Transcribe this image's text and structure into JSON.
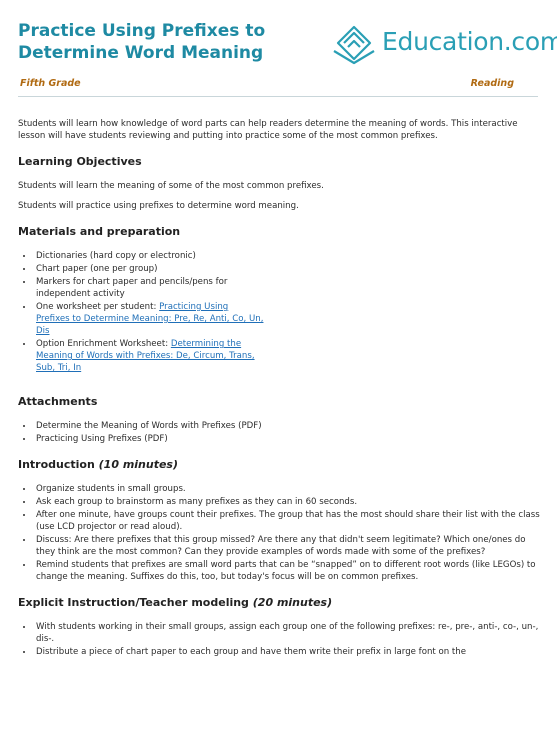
{
  "header": {
    "title": "Practice Using Prefixes to Determine Word Meaning",
    "logo_text": "Education.com",
    "grade": "Fifth Grade",
    "subject": "Reading"
  },
  "intro": "Students will learn how knowledge of word parts can help readers determine the meaning of words. This interactive lesson will have students reviewing and putting into practice some of the most common prefixes.",
  "objectives": {
    "heading": "Learning Objectives",
    "items": [
      "Students will learn the meaning of some of the most common prefixes.",
      "Students will practice using prefixes to determine word meaning."
    ]
  },
  "materials": {
    "heading": "Materials and preparation",
    "items": [
      "Dictionaries (hard copy or electronic)",
      "Chart paper (one per group)",
      "Markers for chart paper and pencils/pens for independent activity"
    ],
    "worksheet_prefix": "One worksheet per student: ",
    "worksheet_link": "Practicing Using Prefixes to Determine Meaning: Pre, Re, Anti, Co, Un, Dis",
    "enrichment_prefix": "Option Enrichment Worksheet: ",
    "enrichment_link": "Determining the Meaning of Words with Prefixes: De, Circum, Trans, Sub, Tri, In"
  },
  "attachments": {
    "heading": "Attachments",
    "items": [
      "Determine the Meaning of Words with Prefixes (PDF)",
      "Practicing Using Prefixes (PDF)"
    ]
  },
  "introduction": {
    "heading": "Introduction",
    "duration": "(10 minutes)",
    "items": [
      "Organize students in small groups.",
      "Ask each group to brainstorm as many prefixes as they can in 60 seconds.",
      "After one minute, have groups count their prefixes. The group that has the most should share their list with the class (use LCD projector or read aloud).",
      "Discuss: Are there prefixes that this group missed? Are there any that didn't seem legitimate? Which one/ones do they think are the most common? Can they provide examples of words made with some of the prefixes?",
      "Remind students that prefixes are small word parts that can be “snapped” on to different root words (like LEGOs) to change the meaning. Suffixes do this, too, but today's focus will be on common prefixes."
    ]
  },
  "explicit": {
    "heading": "Explicit Instruction/Teacher modeling",
    "duration": "(20 minutes)",
    "items": [
      "With students working in their small groups, assign each group one of the following prefixes: re-, pre-, anti-, co-, un-, dis-.",
      "Distribute a piece of chart paper to each group and have them write their prefix in large font on the"
    ]
  },
  "colors": {
    "title": "#1e8aa3",
    "logo": "#2a9fb5",
    "meta": "#b06a12",
    "link": "#1f6fb8"
  }
}
